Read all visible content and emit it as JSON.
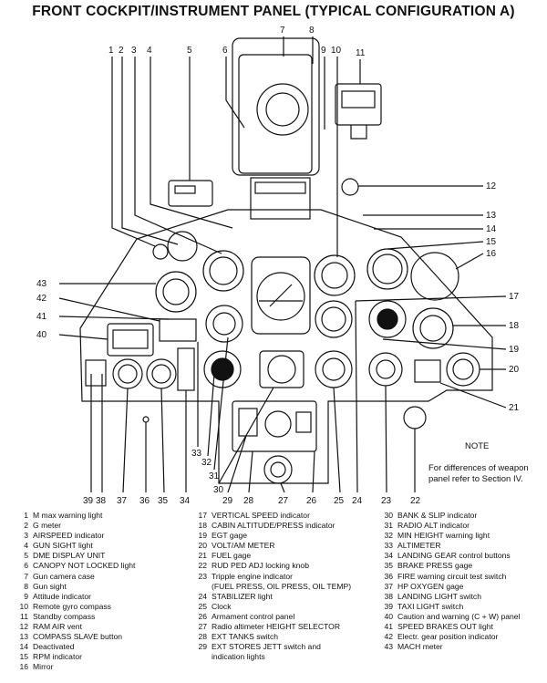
{
  "title": "FRONT COCKPIT/INSTRUMENT PANEL (TYPICAL CONFIGURATION A)",
  "note": {
    "heading": "NOTE",
    "text": "For differences of weapon panel refer to Section IV."
  },
  "top_callouts": [
    "1",
    "2",
    "3",
    "4",
    "5",
    "6",
    "7",
    "8",
    "9",
    "10",
    "11"
  ],
  "right_callouts": [
    "12",
    "13",
    "14",
    "15",
    "16",
    "17",
    "18",
    "19",
    "20",
    "21",
    "22"
  ],
  "left_callouts": [
    "43",
    "42",
    "41",
    "40"
  ],
  "bottom_callouts": [
    "39",
    "38",
    "37",
    "36",
    "35",
    "34",
    "33",
    "32",
    "31",
    "30",
    "29",
    "28",
    "27",
    "26",
    "25",
    "24",
    "23"
  ],
  "legend": {
    "col1": [
      {
        "n": "1",
        "t": "M max warning light"
      },
      {
        "n": "2",
        "t": "G meter"
      },
      {
        "n": "3",
        "t": "AIRSPEED indicator"
      },
      {
        "n": "4",
        "t": "GUN SIGHT light"
      },
      {
        "n": "5",
        "t": "DME DISPLAY UNIT"
      },
      {
        "n": "6",
        "t": "CANOPY NOT LOCKED light"
      },
      {
        "n": "7",
        "t": "Gun camera case"
      },
      {
        "n": "8",
        "t": "Gun sight"
      },
      {
        "n": "9",
        "t": "Attitude indicator"
      },
      {
        "n": "10",
        "t": "Remote gyro compass"
      },
      {
        "n": "11",
        "t": "Standby compass"
      },
      {
        "n": "12",
        "t": "RAM AIR vent"
      },
      {
        "n": "13",
        "t": "COMPASS SLAVE button"
      },
      {
        "n": "14",
        "t": "Deactivated"
      },
      {
        "n": "15",
        "t": "RPM indicator"
      },
      {
        "n": "16",
        "t": "Mirror"
      }
    ],
    "col2": [
      {
        "n": "17",
        "t": "VERTICAL SPEED indicator"
      },
      {
        "n": "18",
        "t": "CABIN ALTITUDE/PRESS indicator"
      },
      {
        "n": "19",
        "t": "EGT gage"
      },
      {
        "n": "20",
        "t": "VOLT/AM METER"
      },
      {
        "n": "21",
        "t": "FUEL gage"
      },
      {
        "n": "22",
        "t": "RUD PED ADJ locking knob"
      },
      {
        "n": "23",
        "t": "Tripple engine indicator"
      },
      {
        "n": "",
        "t": "(FUEL PRESS, OIL PRESS, OIL TEMP)"
      },
      {
        "n": "24",
        "t": "STABILIZER light"
      },
      {
        "n": "25",
        "t": "Clock"
      },
      {
        "n": "26",
        "t": "Armament control panel"
      },
      {
        "n": "27",
        "t": "Radio altimeter HEIGHT SELECTOR"
      },
      {
        "n": "28",
        "t": "EXT TANKS switch"
      },
      {
        "n": "29",
        "t": "EXT STORES JETT switch and"
      },
      {
        "n": "",
        "t": "indication lights"
      }
    ],
    "col3": [
      {
        "n": "30",
        "t": "BANK & SLIP indicator"
      },
      {
        "n": "31",
        "t": "RADIO ALT indicator"
      },
      {
        "n": "32",
        "t": "MIN HEIGHT warning light"
      },
      {
        "n": "33",
        "t": "ALTIMETER"
      },
      {
        "n": "34",
        "t": "LANDING GEAR control buttons"
      },
      {
        "n": "35",
        "t": "BRAKE PRESS gage"
      },
      {
        "n": "36",
        "t": "FIRE warning circuit test switch"
      },
      {
        "n": "37",
        "t": "HP OXYGEN gage"
      },
      {
        "n": "38",
        "t": "LANDING LIGHT switch"
      },
      {
        "n": "39",
        "t": "TAXI LIGHT switch"
      },
      {
        "n": "40",
        "t": "Caution and warning (C + W) panel"
      },
      {
        "n": "41",
        "t": "SPEED BRAKES OUT light"
      },
      {
        "n": "42",
        "t": "Electr. gear position indicator"
      },
      {
        "n": "43",
        "t": "MACH meter"
      }
    ]
  }
}
